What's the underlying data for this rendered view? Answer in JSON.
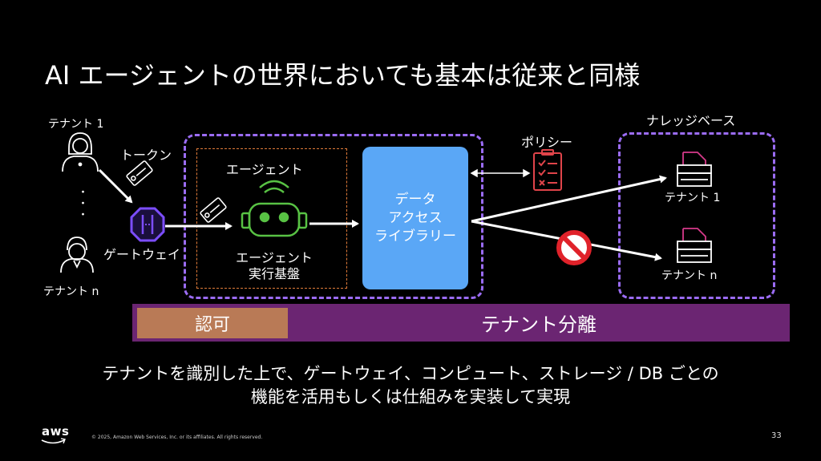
{
  "title": "AI エージェントの世界においても基本は従来と同様",
  "tenants": {
    "tenant1": "テナント 1",
    "dots": "・\n・\n・",
    "tenantN": "テナント n"
  },
  "token_label": "トークン",
  "gateway_label": "ゲートウェイ",
  "agent": {
    "title": "エージェント",
    "runtime": "エージェント\n実行基盤"
  },
  "data_access_library": [
    "データ",
    "アクセス",
    "ライブラリー"
  ],
  "policy_label": "ポリシー",
  "knowledge_base": {
    "title": "ナレッジベース",
    "tenant1": "テナント 1",
    "tenantN": "テナント n"
  },
  "band": {
    "authorization": "認可",
    "tenant_isolation": "テナント分離"
  },
  "bottom_text": {
    "line1": "テナントを識別した上で、ゲートウェイ、コンピュート、ストレージ / DB ごとの",
    "line2": "機能を活用もしくは仕組みを実装して実現"
  },
  "footer": {
    "logo": "aws",
    "copyright": "© 2025, Amazon Web Services, Inc. or its affiliates. All rights reserved.",
    "page_number": "33"
  },
  "colors": {
    "purple_dashed": "#9b6cf5",
    "orange_dashed": "#e07b39",
    "library_blue": "#5aa7f6",
    "band_purple": "#6b2572",
    "authz_tan": "#b97a56",
    "agent_green": "#58c244",
    "gateway_purple": "#7c4dff",
    "policy_red": "#e0444a",
    "deny_red": "#e0222a"
  }
}
